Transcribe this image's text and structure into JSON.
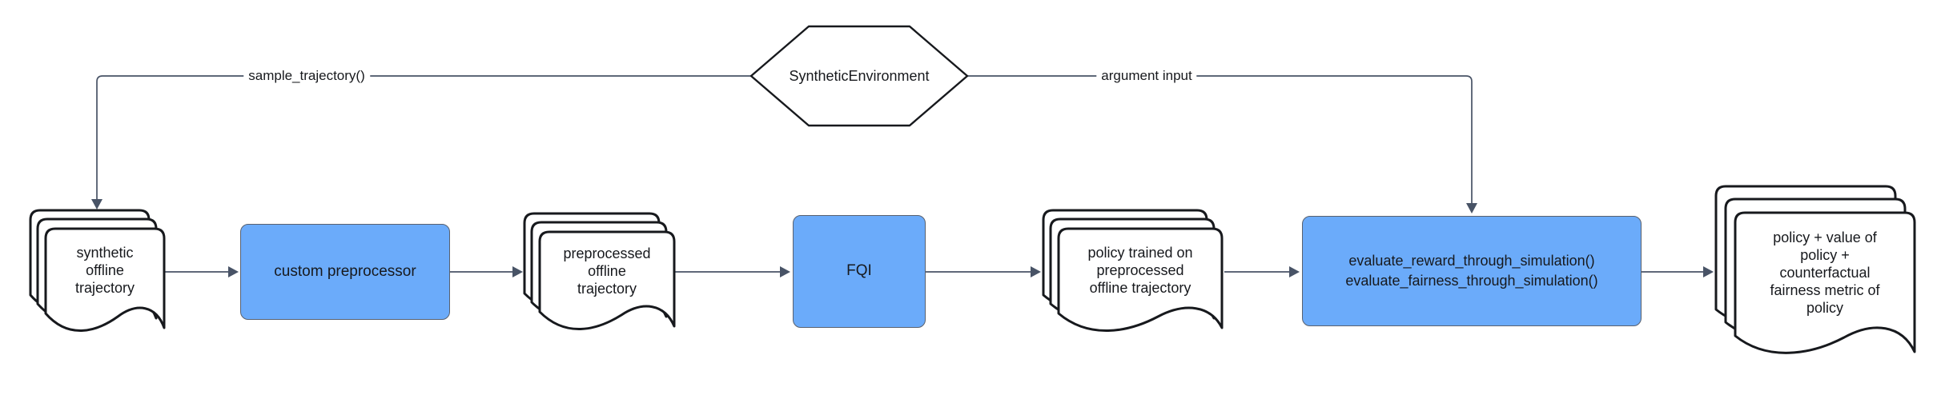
{
  "colors": {
    "background": "#ffffff",
    "node_fill": "#6babfa",
    "node_border": "#59616e",
    "connector": "#485366",
    "shape_stroke": "#17191d",
    "text": "#17191d"
  },
  "diagram": {
    "environment": {
      "label": "SyntheticEnvironment"
    },
    "connector_labels": {
      "sample_trajectory": "sample_trajectory()",
      "argument_input": "argument input"
    },
    "pipeline": [
      {
        "id": "synthetic-offline-trajectory",
        "shape": "document-stack",
        "label": "synthetic\noffline\ntrajectory"
      },
      {
        "id": "custom-preprocessor",
        "shape": "process",
        "label": "custom preprocessor"
      },
      {
        "id": "preprocessed-offline-trajectory",
        "shape": "document-stack",
        "label": "preprocessed\noffline\ntrajectory"
      },
      {
        "id": "fqi",
        "shape": "process",
        "label": "FQI"
      },
      {
        "id": "policy-trained-on-preprocessed-offline-trajectory",
        "shape": "document-stack",
        "label": "policy trained on\npreprocessed\noffline trajectory"
      },
      {
        "id": "evaluate-through-simulation",
        "shape": "process",
        "label": "evaluate_reward_through_simulation()\nevaluate_fairness_through_simulation()"
      },
      {
        "id": "policy-outputs",
        "shape": "document-stack",
        "label": "policy + value of\npolicy +\ncounterfactual\nfairness metric of\npolicy"
      }
    ]
  }
}
